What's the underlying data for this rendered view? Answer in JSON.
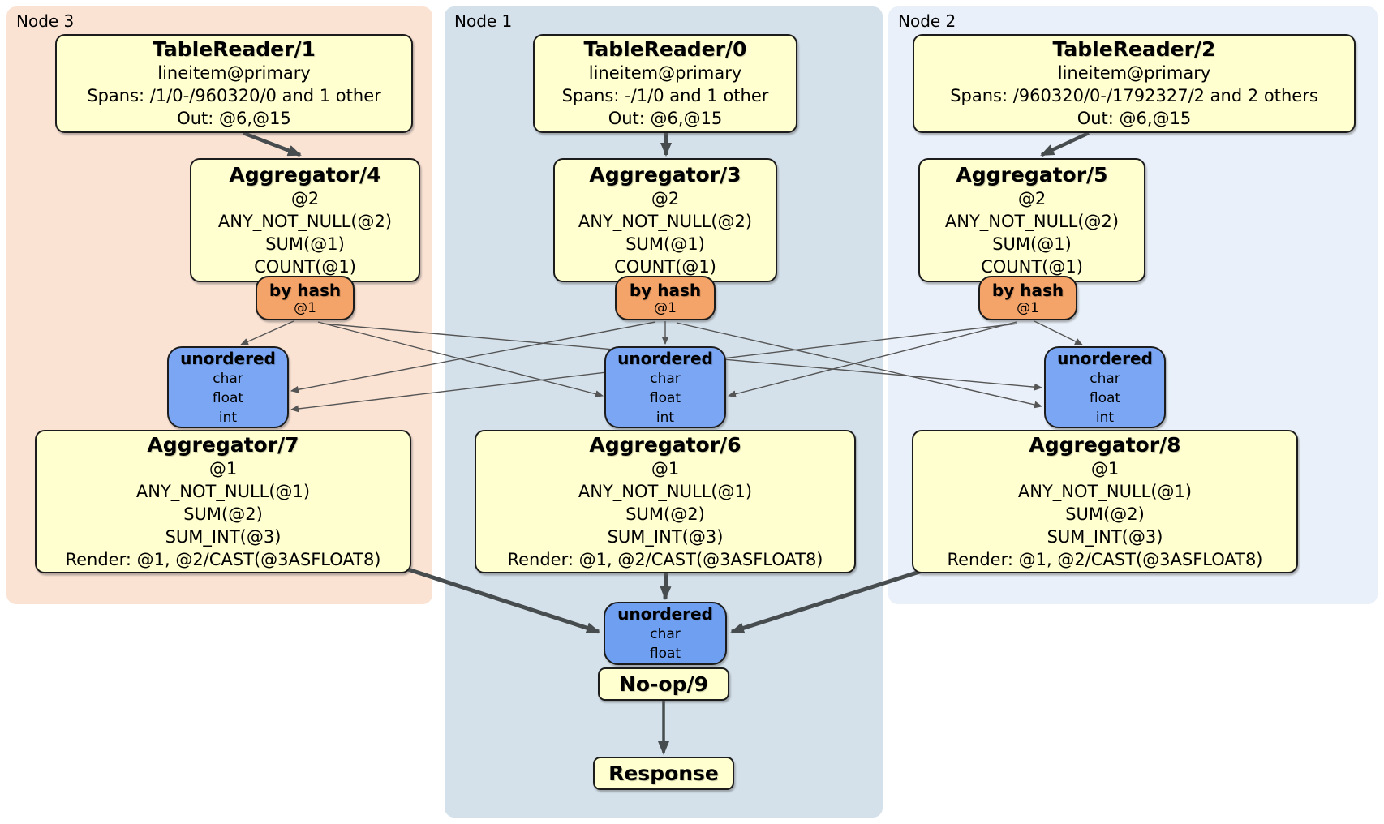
{
  "panels": {
    "node3": {
      "label": "Node 3"
    },
    "node1": {
      "label": "Node 1"
    },
    "node2": {
      "label": "Node 2"
    }
  },
  "boxes": {
    "tr1": {
      "title": "TableReader/1",
      "lines": [
        "lineitem@primary",
        "Spans: /1/0-/960320/0 and 1 other",
        "Out: @6,@15"
      ]
    },
    "tr0": {
      "title": "TableReader/0",
      "lines": [
        "lineitem@primary",
        "Spans: -/1/0 and 1 other",
        "Out: @6,@15"
      ]
    },
    "tr2": {
      "title": "TableReader/2",
      "lines": [
        "lineitem@primary",
        "Spans: /960320/0-/1792327/2 and 2 others",
        "Out: @6,@15"
      ]
    },
    "agg4": {
      "title": "Aggregator/4",
      "lines": [
        "@2",
        "ANY_NOT_NULL(@2)",
        "SUM(@1)",
        "COUNT(@1)"
      ]
    },
    "agg3": {
      "title": "Aggregator/3",
      "lines": [
        "@2",
        "ANY_NOT_NULL(@2)",
        "SUM(@1)",
        "COUNT(@1)"
      ]
    },
    "agg5": {
      "title": "Aggregator/5",
      "lines": [
        "@2",
        "ANY_NOT_NULL(@2)",
        "SUM(@1)",
        "COUNT(@1)"
      ]
    },
    "hash3": {
      "title": "by hash",
      "lines": [
        "@1"
      ]
    },
    "hash1": {
      "title": "by hash",
      "lines": [
        "@1"
      ]
    },
    "hash2": {
      "title": "by hash",
      "lines": [
        "@1"
      ]
    },
    "un3": {
      "title": "unordered",
      "lines": [
        "char",
        "float",
        "int"
      ]
    },
    "un1": {
      "title": "unordered",
      "lines": [
        "char",
        "float",
        "int"
      ]
    },
    "un2": {
      "title": "unordered",
      "lines": [
        "char",
        "float",
        "int"
      ]
    },
    "agg7": {
      "title": "Aggregator/7",
      "lines": [
        "@1",
        "ANY_NOT_NULL(@1)",
        "SUM(@2)",
        "SUM_INT(@3)",
        "Render: @1, @2/CAST(@3ASFLOAT8)"
      ]
    },
    "agg6": {
      "title": "Aggregator/6",
      "lines": [
        "@1",
        "ANY_NOT_NULL(@1)",
        "SUM(@2)",
        "SUM_INT(@3)",
        "Render: @1, @2/CAST(@3ASFLOAT8)"
      ]
    },
    "agg8": {
      "title": "Aggregator/8",
      "lines": [
        "@1",
        "ANY_NOT_NULL(@1)",
        "SUM(@2)",
        "SUM_INT(@3)",
        "Render: @1, @2/CAST(@3ASFLOAT8)"
      ]
    },
    "un_final": {
      "title": "unordered",
      "lines": [
        "char",
        "float"
      ]
    },
    "noop": {
      "title": "No-op/9"
    },
    "response": {
      "title": "Response"
    }
  },
  "colors": {
    "processor_box": "#ffffcf",
    "router_box": "#f5a469",
    "sync_box": "#7aa6f3",
    "panel_node3": "#fbe3d4",
    "panel_node1": "#d4e1eb",
    "panel_node2": "#e9f0f9",
    "edge_thick": "#474c4e",
    "edge_thin": "#555555"
  }
}
